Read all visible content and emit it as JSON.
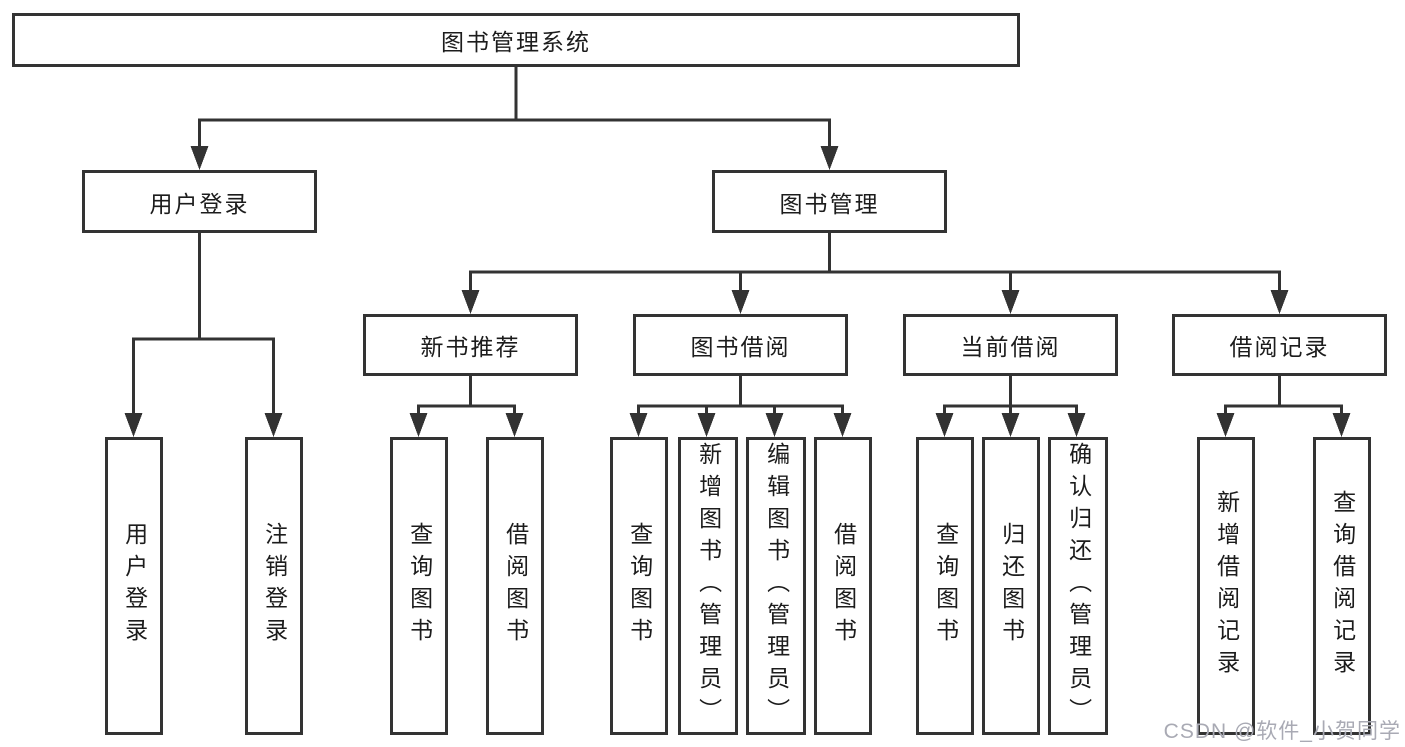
{
  "diagram": {
    "title": "图书管理系统",
    "tree": {
      "label": "图书管理系统",
      "children": [
        {
          "label": "用户登录",
          "children": [
            {
              "label": "用户登录"
            },
            {
              "label": "注销登录"
            }
          ]
        },
        {
          "label": "图书管理",
          "children": [
            {
              "label": "新书推荐",
              "children": [
                {
                  "label": "查询图书"
                },
                {
                  "label": "借阅图书"
                }
              ]
            },
            {
              "label": "图书借阅",
              "children": [
                {
                  "label": "查询图书"
                },
                {
                  "label": "新增图书（管理员）"
                },
                {
                  "label": "编辑图书（管理员）"
                },
                {
                  "label": "借阅图书"
                }
              ]
            },
            {
              "label": "当前借阅",
              "children": [
                {
                  "label": "查询图书"
                },
                {
                  "label": "归还图书"
                },
                {
                  "label": "确认归还（管理员）"
                }
              ]
            },
            {
              "label": "借阅记录",
              "children": [
                {
                  "label": "新增借阅记录"
                },
                {
                  "label": "查询借阅记录"
                }
              ]
            }
          ]
        }
      ]
    },
    "colors": {
      "line": "#333333",
      "text": "#1c1c1c",
      "background": "#ffffff",
      "watermark": "#a9aab4"
    }
  },
  "watermark": {
    "text": "CSDN @软件_小贺同学"
  }
}
